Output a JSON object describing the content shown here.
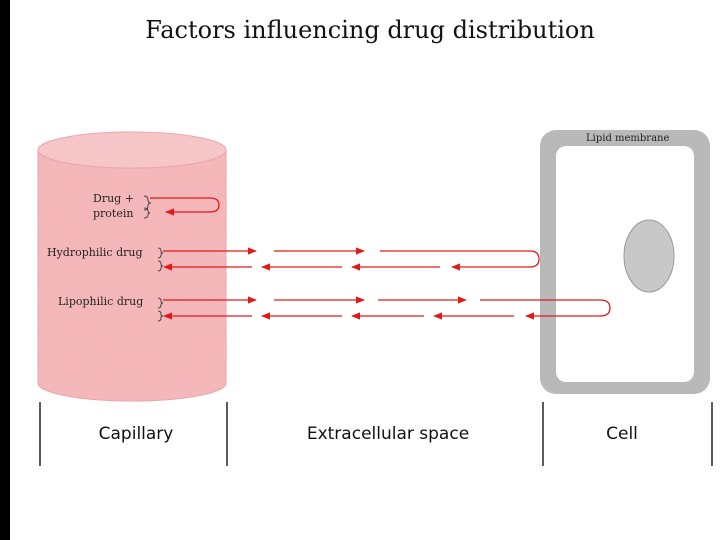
{
  "title": "Factors influencing drug distribution",
  "capillary": {
    "labels": {
      "drug_protein_line1": "Drug +",
      "drug_protein_line2": "protein",
      "hydrophilic": "Hydrophilic drug",
      "lipophilic": "Lipophilic drug"
    }
  },
  "cell": {
    "membrane_label": "Lipid membrane"
  },
  "regions": [
    "Capillary",
    "Extracellular space",
    "Cell"
  ],
  "colors": {
    "capillary_fill": "#f4b3b5",
    "capillary_top": "#f7c6c8",
    "arrow": "#e01a1a",
    "membrane": "#b9b9b9",
    "nucleus": "#c8c8c8"
  }
}
